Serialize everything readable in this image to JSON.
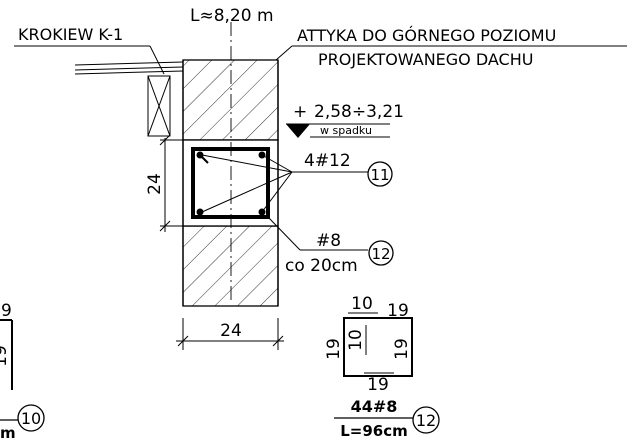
{
  "labels": {
    "length": "L≈8,20 m",
    "rafter": "KROKIEW K-1",
    "attic_line1": "ATTYKA DO GÓRNEGO POZIOMU",
    "attic_line2": "PROJEKTOWANEGO DACHU",
    "level_plus": "+",
    "level_value": "2,58÷3,21",
    "level_note": "w spadku",
    "rebar_main": "4#12",
    "bubble_11": "11",
    "stirrup_bar": "#8",
    "stirrup_spacing": "co 20cm",
    "bubble_12_a": "12",
    "dim_height": "24",
    "dim_width": "24",
    "shape_top_a": "10",
    "shape_top_b": "19",
    "shape_inner": "10",
    "shape_left": "19",
    "shape_right": "19",
    "shape_bottom": "19",
    "schedule_count": "44#8",
    "schedule_length": "L=96cm",
    "bubble_12_b": "12",
    "left_partial_top": "9",
    "left_partial_side": "19",
    "left_partial_bottom": "m",
    "bubble_10": "10"
  }
}
